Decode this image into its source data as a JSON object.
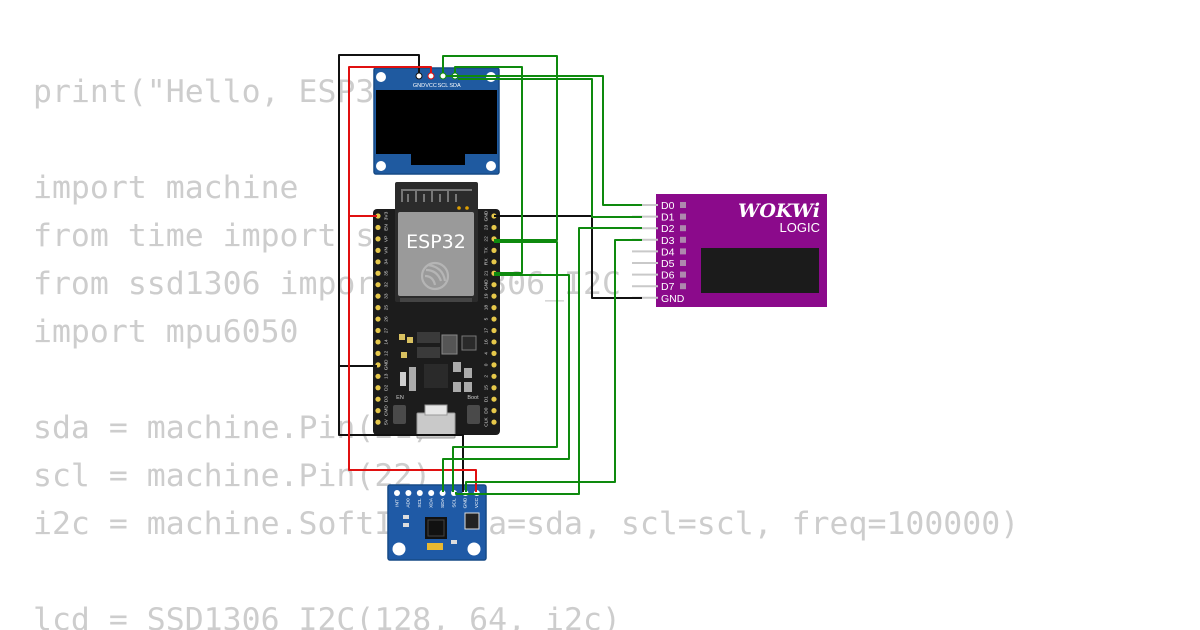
{
  "code": {
    "lines": [
      "print(\"Hello, ESP32!\")",
      "",
      "import machine",
      "from time import sleep",
      "from ssd1306 import SSD1306_I2C",
      "import mpu6050",
      "",
      "sda = machine.Pin(21)",
      "scl = machine.Pin(22)",
      "i2c = machine.SoftI2C(sda=sda, scl=scl, freq=100000)",
      "",
      "lcd = SSD1306_I2C(128, 64, i2c)"
    ]
  },
  "oled": {
    "pins": [
      "GND",
      "VCC",
      "SCL",
      "SDA"
    ]
  },
  "esp32": {
    "label": "ESP32",
    "left_pins": [
      "3V3",
      "EN",
      "VP",
      "VN",
      "34",
      "35",
      "32",
      "33",
      "25",
      "26",
      "27",
      "14",
      "12",
      "GND",
      "13",
      "D2",
      "D3",
      "CMD",
      "5V"
    ],
    "right_pins": [
      "GND",
      "23",
      "22",
      "TX",
      "RX",
      "21",
      "GND",
      "19",
      "18",
      "5",
      "17",
      "16",
      "4",
      "0",
      "2",
      "15",
      "D1",
      "D0",
      "CLK"
    ],
    "en_label": "EN",
    "boot_label": "Boot"
  },
  "logic": {
    "brand": "WOKWi",
    "subtitle": "LOGIC",
    "channels": [
      "D0",
      "D1",
      "D2",
      "D3",
      "D4",
      "D5",
      "D6",
      "D7",
      "GND"
    ]
  },
  "mpu": {
    "pins": [
      "INT",
      "AD0",
      "XCL",
      "XDA",
      "SDA",
      "SCL",
      "GND",
      "VCC"
    ]
  },
  "colors": {
    "code": "#cdcdcd",
    "wire_green": "#0e8a0e",
    "wire_red": "#e01010",
    "wire_black": "#111111",
    "oled_pcb": "#1f5aa0",
    "esp32_pcb": "#1c1c1c",
    "logic_body": "#8b0a8b",
    "mpu_pcb": "#1f5aa6"
  }
}
